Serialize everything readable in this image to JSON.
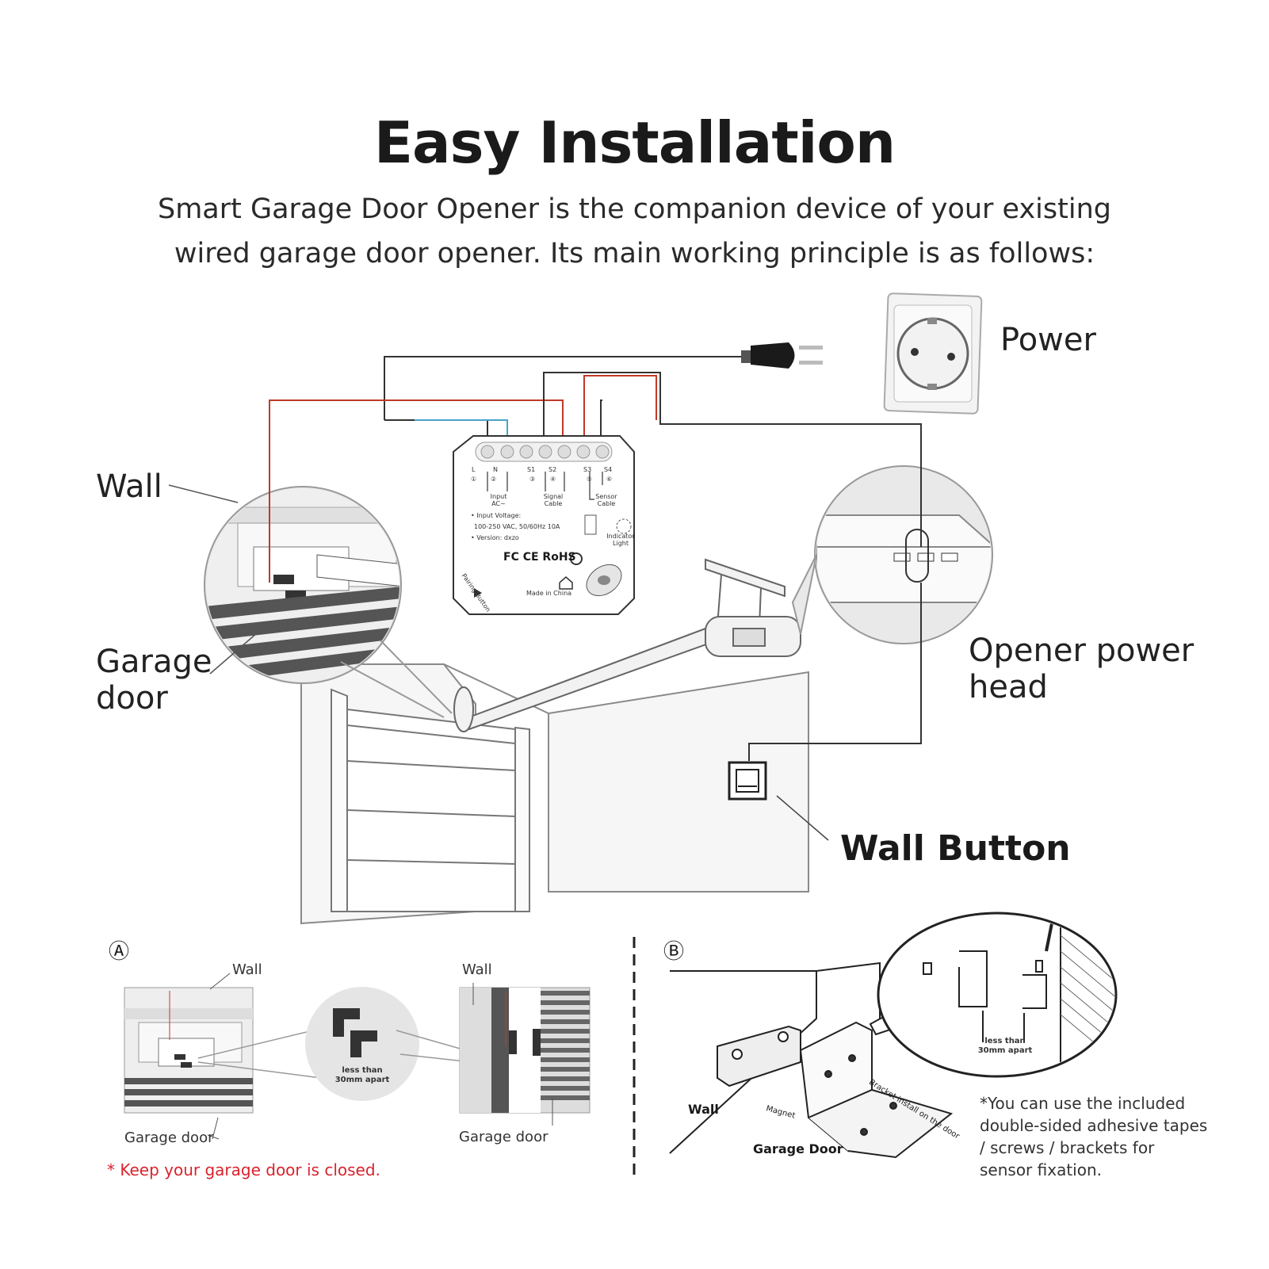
{
  "header": {
    "title": "Easy Installation",
    "subtitle_line1": "Smart Garage Door Opener is the companion device of your existing",
    "subtitle_line2": "wired garage door opener. Its main working principle is as follows:"
  },
  "labels": {
    "power": "Power",
    "wall": "Wall",
    "garage_door": "Garage door",
    "opener_power_head": "Opener power head",
    "wall_button": "Wall Button"
  },
  "device": {
    "terminals": [
      "L",
      "N",
      "S1",
      "S2",
      "S3",
      "S4"
    ],
    "terminal_numbers": [
      "①",
      "②",
      "③",
      "④",
      "⑤",
      "⑥"
    ],
    "input_label": "Input AC~",
    "signal_label": "Signal Cable",
    "sensor_label": "Sensor Cable",
    "input_voltage_label": "• Input Voltage:",
    "input_voltage_value": "100-250 VAC, 50/60Hz 10A",
    "version": "• Version: dxzo",
    "indicator": "Indicator Light",
    "pairing": "Pairing Button",
    "made_in": "Made in China",
    "certs": "FC CE RoHS"
  },
  "panel_a": {
    "marker": "Ⓐ",
    "wall_left": "Wall",
    "wall_right": "Wall",
    "garage_left": "Garage door",
    "garage_right": "Garage door",
    "gap_note": "less than 30mm apart",
    "note": "* Keep your garage door is closed."
  },
  "panel_b": {
    "marker": "Ⓑ",
    "wall": "Wall",
    "magnet": "Magnet",
    "garage": "Garage Door",
    "bracket": "Bracket install on the door",
    "gap_note": "less than 30mm apart",
    "note": "*You can use the included double-sided adhesive tapes / screws / brackets for sensor fixation."
  },
  "colors": {
    "wire_red": "#c0392b",
    "wire_blue": "#4aa3c8",
    "wire_dark": "#333333",
    "note_red": "#d9232d"
  }
}
